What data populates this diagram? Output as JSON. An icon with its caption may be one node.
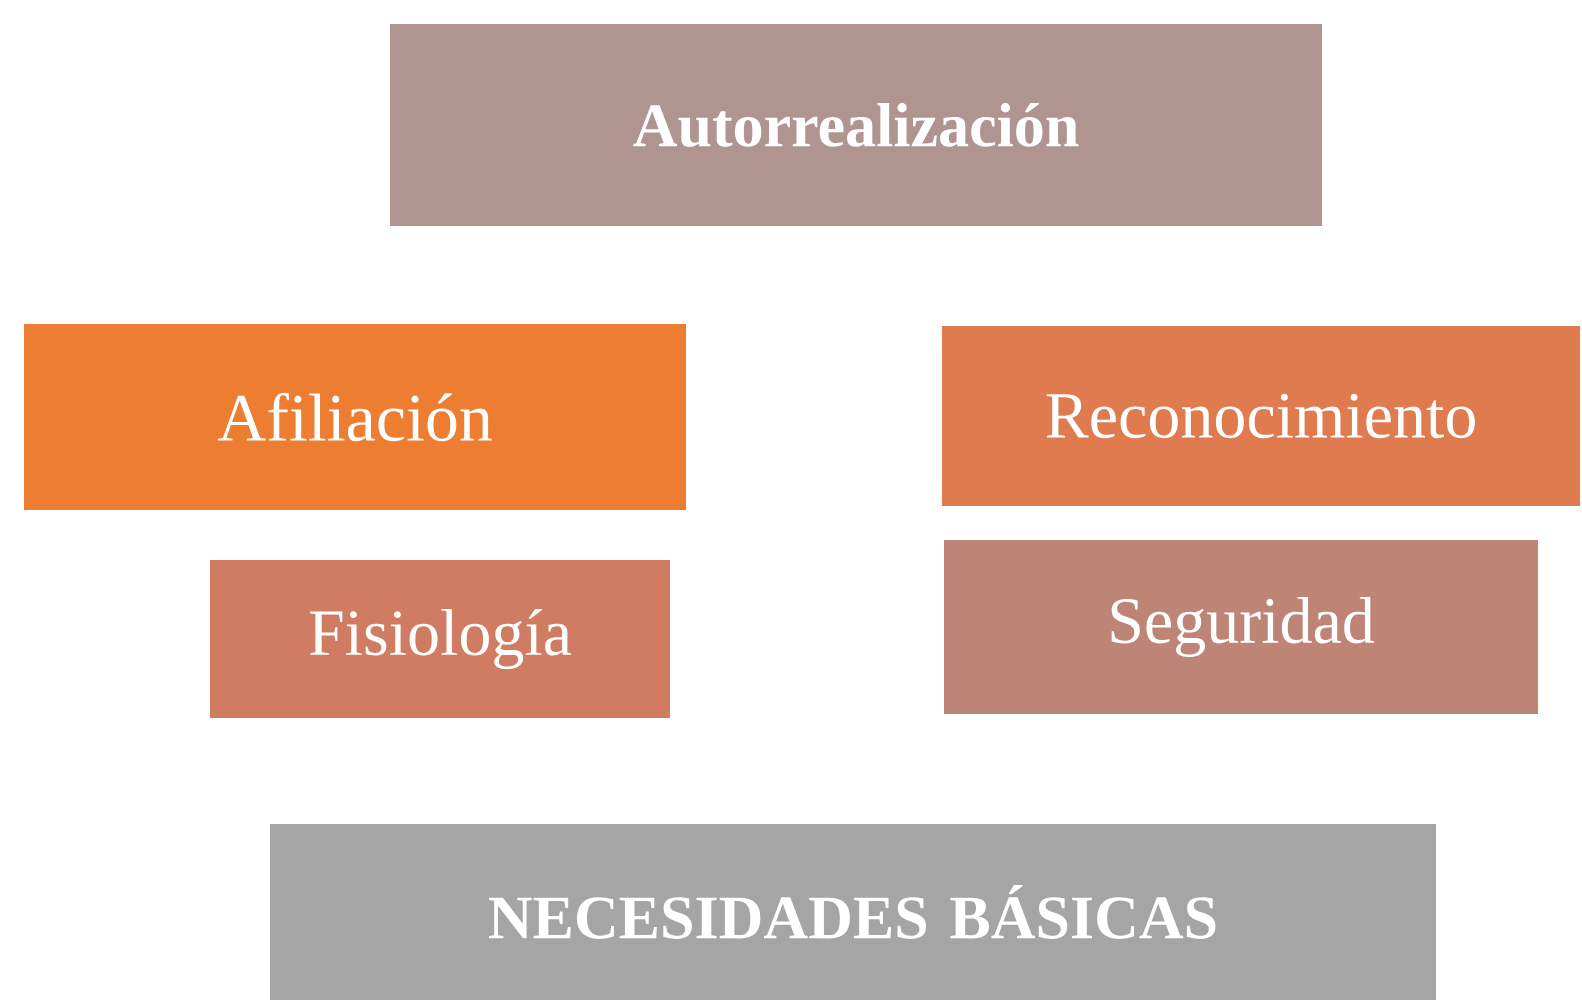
{
  "diagram": {
    "nodes": [
      {
        "text": [
          "Autorrealización"
        ]
      },
      {
        "text": [
          "Afiliación"
        ]
      },
      {
        "text": [
          "Reconocimiento"
        ]
      },
      {
        "text": [
          "Fisiología"
        ]
      },
      {
        "text": [
          "Seguridad"
        ]
      },
      {
        "text": [
          "NECESIDADES BÁSICAS"
        ]
      }
    ]
  }
}
